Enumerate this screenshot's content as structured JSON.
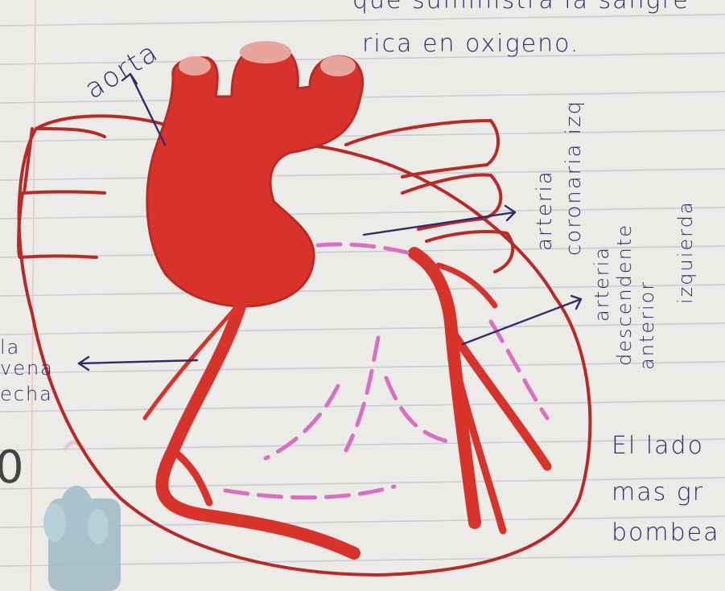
{
  "notes": {
    "top_line1": "que suministra la sangre",
    "top_line2": "rica en oxigeno.",
    "bottom_line1": "El lado",
    "bottom_line2": "mas gr",
    "bottom_line3": "bombea"
  },
  "labels": {
    "aorta": "aorta",
    "coronaria_1": "arteria",
    "coronaria_2": "coronaria izq",
    "descendente_1": "arteria",
    "descendente_2": "descendente",
    "descendente_3": "anterior",
    "descendente_4": "izquierda",
    "vena_1": "la",
    "vena_2": "vena",
    "vena_3": "echa"
  },
  "colors": {
    "paper": "#ecebe7",
    "rule_line": "#c9ccd8",
    "artery_red": "#d8332a",
    "outline_red": "#b92a24",
    "vessel_pink": "#d96fc2",
    "ink_blue": "#2c2c6e",
    "sticker_teal": "#a9c3cf"
  },
  "icons": {
    "sticker": "cactus-pot-icon"
  }
}
